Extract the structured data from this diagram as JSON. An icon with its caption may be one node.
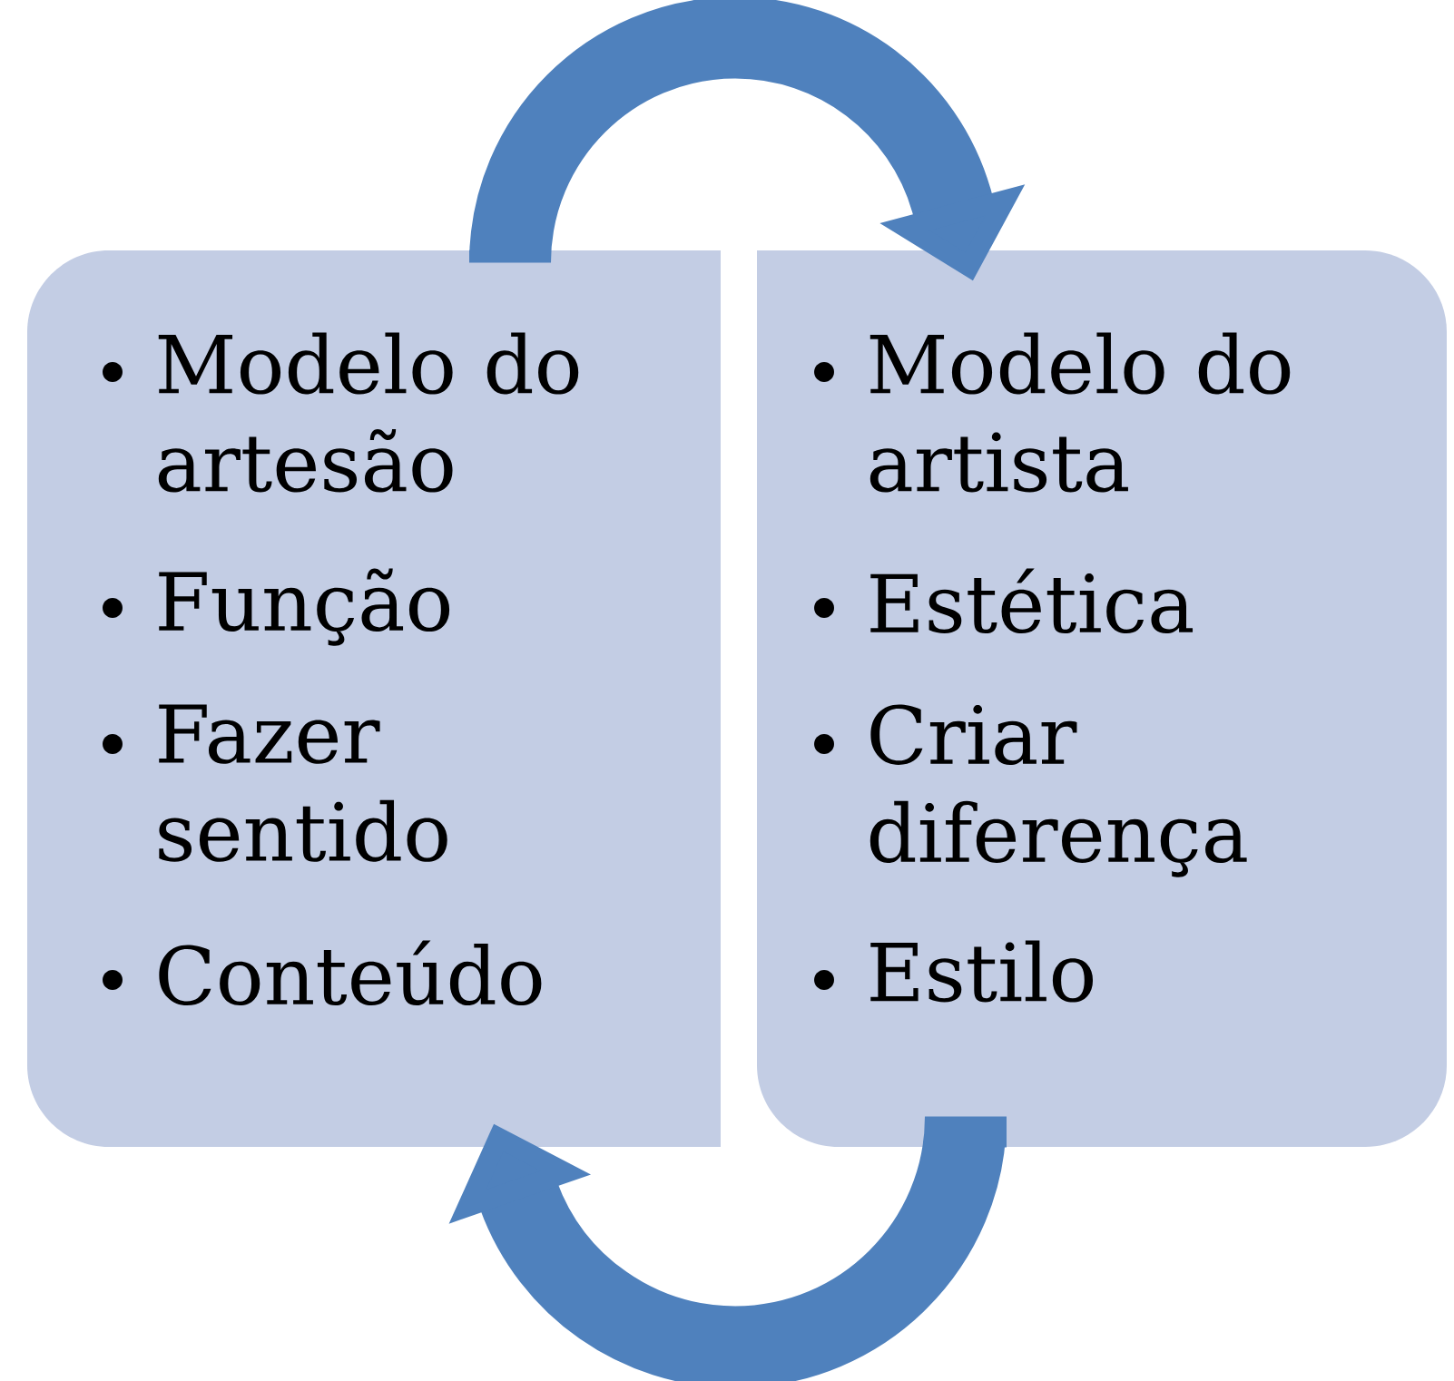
{
  "diagram": {
    "nodes": [
      {
        "text": [
          "Modelo do artesão",
          "Função",
          "Fazer sentido",
          "Conteúdo"
        ]
      },
      {
        "text": [
          "Modelo do artista",
          "Estética",
          "Criar diferença",
          "Estilo"
        ]
      }
    ],
    "edges": [
      {
        "from": 0,
        "to": 1,
        "arrow": "to"
      },
      {
        "from": 1,
        "to": 0,
        "arrow": "to"
      }
    ]
  }
}
